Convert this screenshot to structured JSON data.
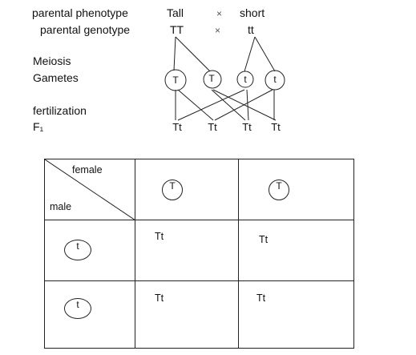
{
  "rows": {
    "phenotype": {
      "label": "parental phenotype",
      "female": "Tall",
      "cross": "×",
      "male": "short"
    },
    "genotype": {
      "label": "parental genotype",
      "female": "TT",
      "cross": "×",
      "male": "tt"
    },
    "meiosis": "Meiosis",
    "gametes": "Gametes",
    "fertilization": "fertilization",
    "f1": "F₁"
  },
  "gametes": [
    "T",
    "T",
    "t",
    "t"
  ],
  "f1_offspring": [
    "Tt",
    "Tt",
    "Tt",
    "Tt"
  ],
  "punnett": {
    "female_label": "female",
    "male_label": "male",
    "female_gametes": [
      "T",
      "T"
    ],
    "male_gametes": [
      "t",
      "t"
    ],
    "cells": [
      [
        "Tt",
        "Tt"
      ],
      [
        "Tt",
        "Tt"
      ]
    ]
  }
}
